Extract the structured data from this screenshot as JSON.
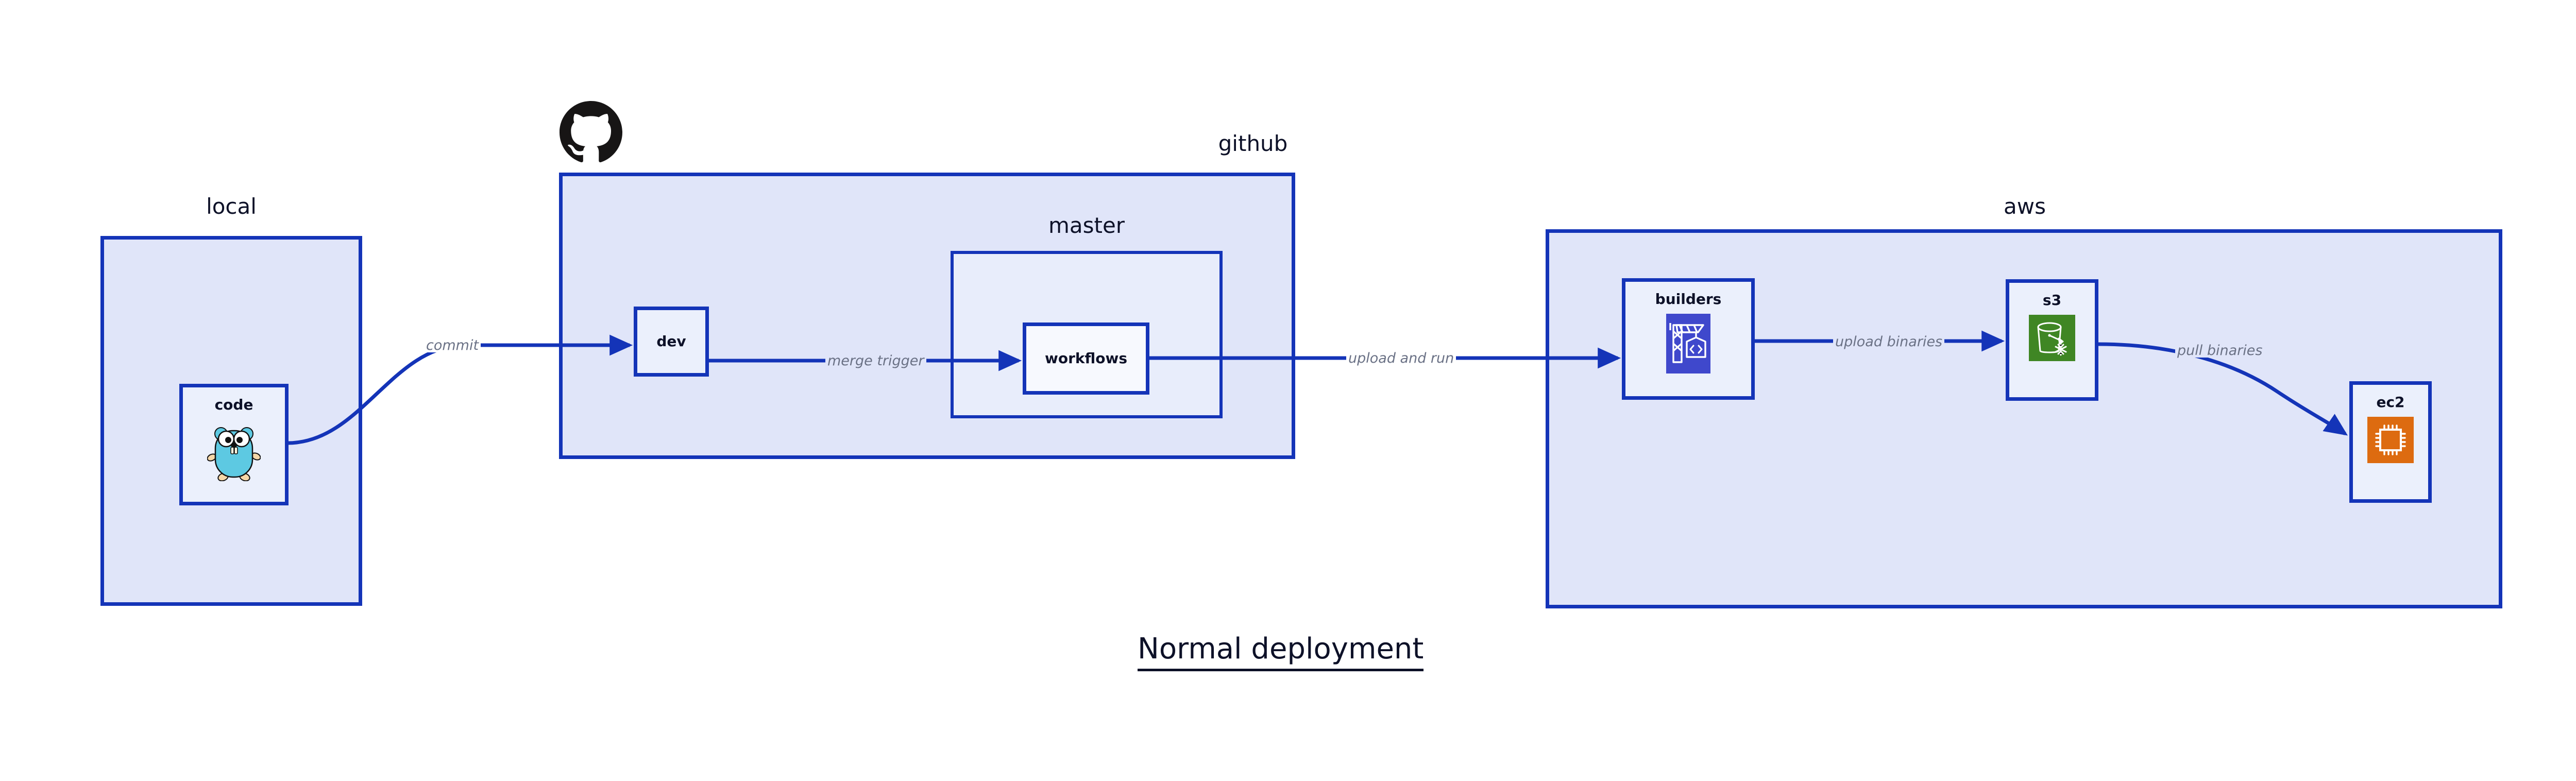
{
  "title": {
    "text": "Normal deployment"
  },
  "clusters": [
    {
      "id": "local",
      "label": "local"
    },
    {
      "id": "github",
      "label": "github"
    },
    {
      "id": "master",
      "label": "master"
    },
    {
      "id": "aws",
      "label": "aws"
    }
  ],
  "nodes": [
    {
      "id": "code",
      "label": "code",
      "icon": "go-gopher-icon"
    },
    {
      "id": "dev",
      "label": "dev",
      "icon": "none"
    },
    {
      "id": "workflows",
      "label": "workflows",
      "icon": "none"
    },
    {
      "id": "builders",
      "label": "builders",
      "icon": "aws-codebuild-icon"
    },
    {
      "id": "s3",
      "label": "s3",
      "icon": "aws-s3-glacier-icon"
    },
    {
      "id": "ec2",
      "label": "ec2",
      "icon": "aws-ec2-icon"
    }
  ],
  "edges": [
    {
      "id": "commit",
      "label": "commit",
      "from": "code",
      "to": "dev"
    },
    {
      "id": "merge-trigger",
      "label": "merge trigger",
      "from": "dev",
      "to": "workflows"
    },
    {
      "id": "upload-and-run",
      "label": "upload and run",
      "from": "workflows",
      "to": "builders"
    },
    {
      "id": "upload-binaries",
      "label": "upload binaries",
      "from": "builders",
      "to": "s3"
    },
    {
      "id": "pull-binaries",
      "label": "pull binaries",
      "from": "s3",
      "to": "ec2"
    }
  ],
  "logos": [
    {
      "id": "github-octocat",
      "name": "github-octocat-logo"
    }
  ],
  "colors": {
    "edge": "#1434B8",
    "cluster_fill": "#E0E5F9",
    "node_fill": "#EBF0FC",
    "label_text": "#0D1128",
    "edge_label_text": "#6A7185",
    "gopher_body": "#5DC9E2",
    "codebuild": "#3F48CC",
    "glacier": "#3F8624",
    "ec2": "#DD6B10"
  }
}
